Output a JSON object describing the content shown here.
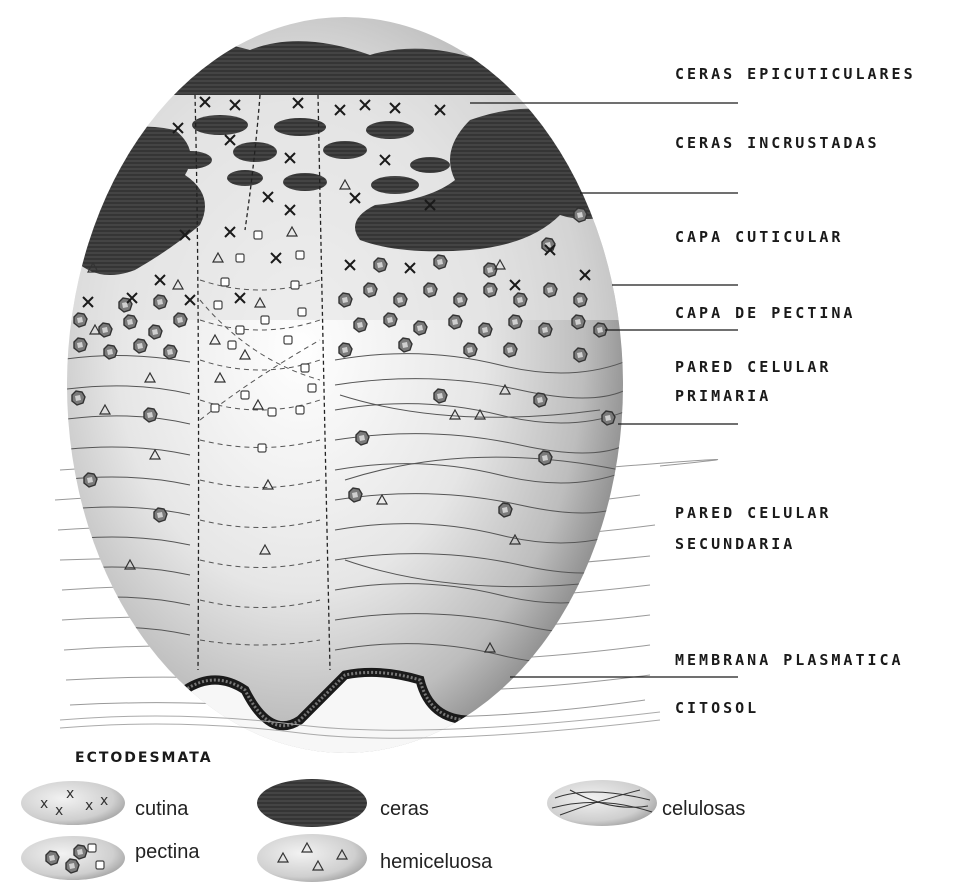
{
  "labels": {
    "ceras_epicuticulares": "CERAS EPICUTICULARES",
    "ceras_incrustadas": "CERAS INCRUSTADAS",
    "capa_cuticular": "CAPA CUTICULAR",
    "capa_de_pectina": "CAPA DE PECTINA",
    "pared_primaria_1": "PARED CELULAR",
    "pared_primaria_2": "PRIMARIA",
    "pared_secundaria_1": "PARED CELULAR",
    "pared_secundaria_2": "SECUNDARIA",
    "membrana_plasmatica": "MEMBRANA PLASMATICA",
    "citosol": "CITOSOL",
    "ectodesmata": "ECTODESMATA"
  },
  "legend": {
    "cutina": "cutina",
    "ceras": "ceras",
    "celulosas": "celulosas",
    "pectina": "pectina",
    "hemiceluosa": "hemiceluosa"
  },
  "colors": {
    "wax": "#3a3a3a",
    "egg_light": "#f4f4f4",
    "egg_mid": "#cfcfcf",
    "egg_dark": "#8c8c8c",
    "line": "#222222"
  }
}
